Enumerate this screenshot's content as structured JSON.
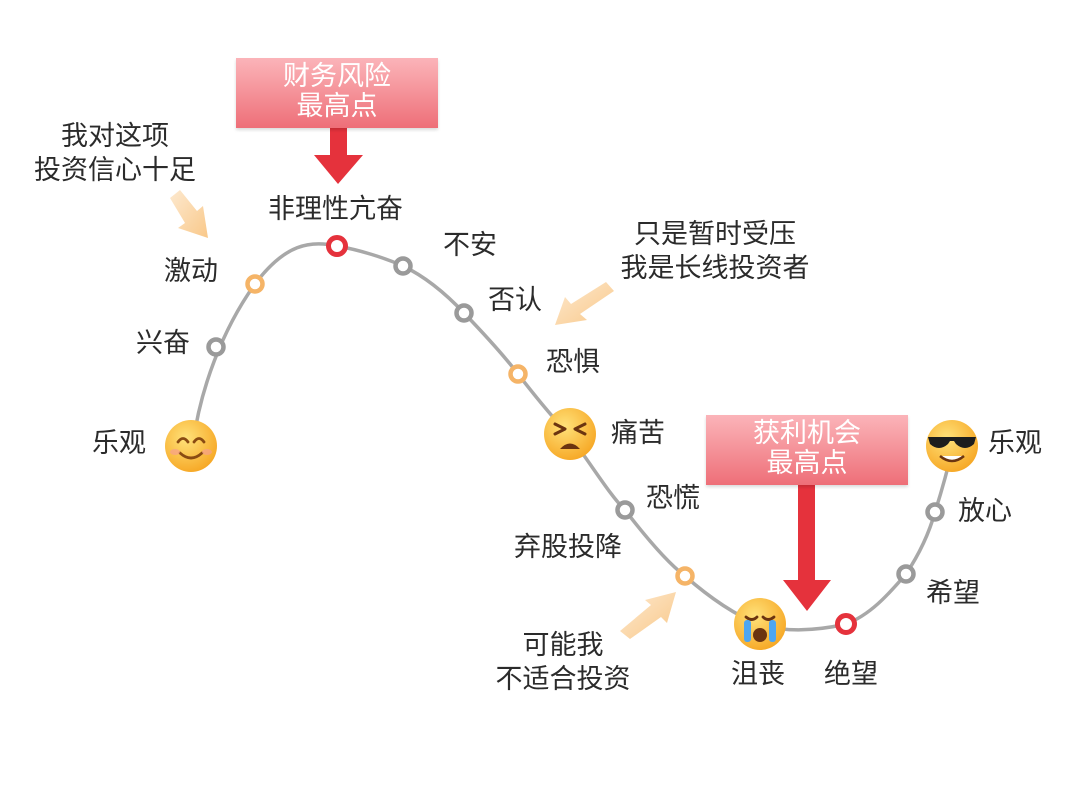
{
  "stages": [
    {
      "id": "optimism-1",
      "label": "乐观",
      "node": "emoji",
      "icon": "smiling-face-icon"
    },
    {
      "id": "excitement",
      "label": "兴奋",
      "node": "gray"
    },
    {
      "id": "thrill",
      "label": "激动",
      "node": "orange"
    },
    {
      "id": "euphoria",
      "label": "非理性亢奋",
      "node": "red"
    },
    {
      "id": "anxiety",
      "label": "不安",
      "node": "gray"
    },
    {
      "id": "denial",
      "label": "否认",
      "node": "gray"
    },
    {
      "id": "fear",
      "label": "恐惧",
      "node": "orange"
    },
    {
      "id": "pain",
      "label": "痛苦",
      "node": "emoji",
      "icon": "persevering-face-icon"
    },
    {
      "id": "panic",
      "label": "恐慌",
      "node": "gray"
    },
    {
      "id": "capitulation",
      "label": "弃股投降",
      "node": "orange"
    },
    {
      "id": "despondency",
      "label": "沮丧",
      "node": "emoji",
      "icon": "crying-face-icon"
    },
    {
      "id": "despair",
      "label": "绝望",
      "node": "red"
    },
    {
      "id": "hope",
      "label": "希望",
      "node": "gray"
    },
    {
      "id": "relief",
      "label": "放心",
      "node": "gray"
    },
    {
      "id": "optimism-2",
      "label": "乐观",
      "node": "emoji",
      "icon": "sunglasses-face-icon"
    }
  ],
  "callouts": {
    "risk": {
      "line1": "财务风险",
      "line2": "最高点"
    },
    "opportunity": {
      "line1": "获利机会",
      "line2": "最高点"
    }
  },
  "notes": {
    "confidence": {
      "line1": "我对这项",
      "line2": "投资信心十足"
    },
    "pressure": {
      "line1": "只是暂时受压",
      "line2": "我是长线投资者"
    },
    "unsuitable": {
      "line1": "可能我",
      "line2": "不适合投资"
    }
  },
  "colors": {
    "curve": "#a8a8a8",
    "node_gray": "#9a9a9a",
    "node_orange": "#f5b467",
    "node_red": "#e5323c",
    "callout_top": "#fbb4b9",
    "callout_bottom": "#ee6f78",
    "arrow_red": "#e5323c",
    "note_arrow": "#fbd29a"
  }
}
